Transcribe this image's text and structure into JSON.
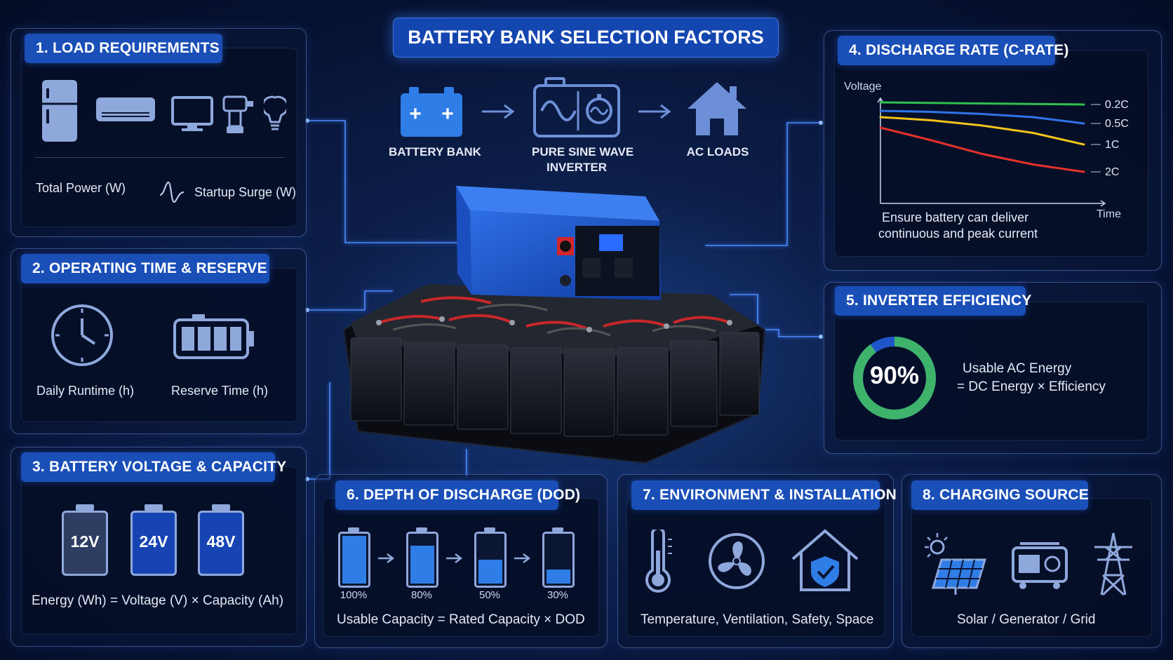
{
  "main_title": "BATTERY BANK SELECTION FACTORS",
  "flow": {
    "battery_bank": "BATTERY BANK",
    "inverter_line1": "PURE SINE WAVE",
    "inverter_line2": "INVERTER",
    "ac_loads": "AC LOADS"
  },
  "panels": {
    "load": {
      "title": "1. LOAD REQUIREMENTS",
      "total_power": "Total Power (W)",
      "startup_surge": "Startup Surge (W)",
      "icons": [
        "refrigerator-icon",
        "air-conditioner-icon",
        "computer-icon",
        "power-drill-icon",
        "light-bulb-icon"
      ]
    },
    "operating": {
      "title": "2. OPERATING TIME & RESERVE",
      "daily_runtime": "Daily Runtime (h)",
      "reserve_time": "Reserve Time (h)"
    },
    "voltage": {
      "title": "3. BATTERY VOLTAGE & CAPACITY",
      "voltages": [
        "12V",
        "24V",
        "48V"
      ],
      "formula": "Energy (Wh) = Voltage (V) × Capacity (Ah)"
    },
    "discharge": {
      "title": "4. DISCHARGE RATE (C-RATE)",
      "ylabel": "Voltage",
      "xlabel": "Time",
      "note_line1": "Ensure battery can deliver",
      "note_line2": "continuous and peak current"
    },
    "efficiency": {
      "title": "5. INVERTER EFFICIENCY",
      "value_label": "90%",
      "value": 0.9,
      "formula_line1": "Usable AC Energy",
      "formula_line2": "= DC Energy × Efficiency",
      "ring_color": "#3fb36b",
      "ring_rest_color": "#1e56c9"
    },
    "dod": {
      "title": "6. DEPTH OF DISCHARGE (DOD)",
      "levels": [
        {
          "label": "100%",
          "fill": 1.0
        },
        {
          "label": "80%",
          "fill": 0.8
        },
        {
          "label": "50%",
          "fill": 0.5
        },
        {
          "label": "30%",
          "fill": 0.3
        }
      ],
      "formula": "Usable Capacity = Rated Capacity × DOD"
    },
    "environment": {
      "title": "7. ENVIRONMENT & INSTALLATION",
      "caption": "Temperature, Ventilation, Safety, Space"
    },
    "charging": {
      "title": "8. CHARGING SOURCE",
      "caption": "Solar / Generator / Grid"
    }
  },
  "chart_data": {
    "type": "line",
    "title": "",
    "xlabel": "Time",
    "ylabel": "Voltage",
    "grid": false,
    "legend": "right",
    "x": [
      0,
      0.25,
      0.5,
      0.75,
      1.0
    ],
    "series": [
      {
        "name": "0.2C",
        "values": [
          0.96,
          0.955,
          0.95,
          0.945,
          0.94
        ],
        "color": "#2fbf4f"
      },
      {
        "name": "0.5C",
        "values": [
          0.88,
          0.87,
          0.85,
          0.82,
          0.76
        ],
        "color": "#2f74e8"
      },
      {
        "name": "1C",
        "values": [
          0.82,
          0.79,
          0.74,
          0.67,
          0.56
        ],
        "color": "#f2c31b"
      },
      {
        "name": "2C",
        "values": [
          0.72,
          0.6,
          0.47,
          0.37,
          0.3
        ],
        "color": "#e5322c"
      }
    ],
    "ylim": [
      0,
      1
    ],
    "xlim": [
      0,
      1
    ]
  },
  "colors": {
    "accent": "#1a4fb8",
    "wire": "#4f8cff",
    "icon": "#8fa8dc",
    "battery_blue": "#2f7de6"
  }
}
